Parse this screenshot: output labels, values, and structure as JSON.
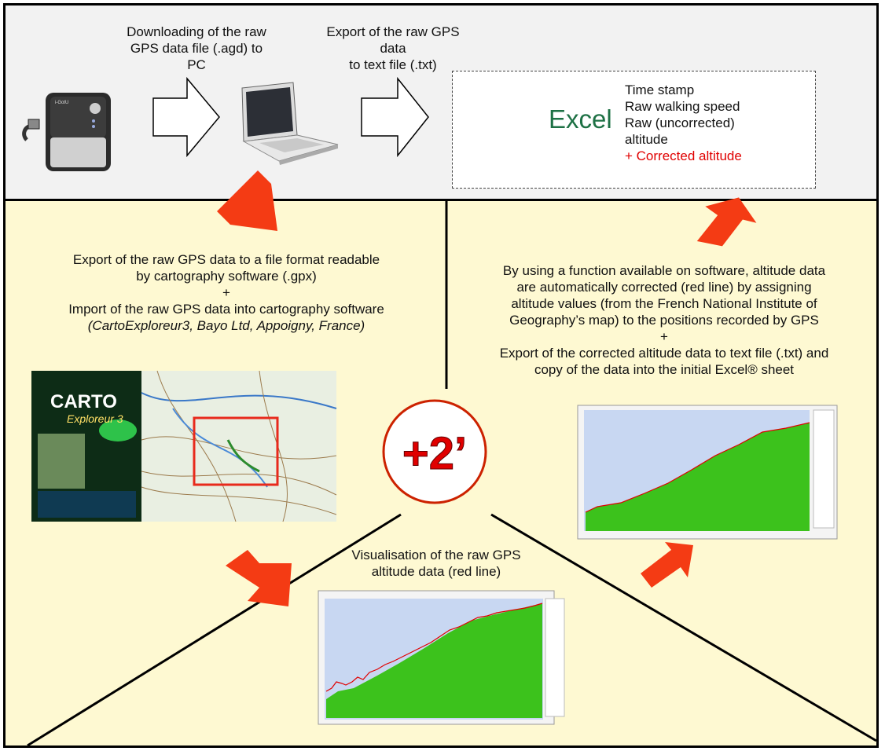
{
  "top": {
    "download_text": [
      "Downloading of the raw",
      "GPS data file (.agd) to",
      "PC"
    ],
    "export_txt_text": [
      "Export of the raw GPS",
      "data",
      "to text file (.txt)"
    ],
    "excel_label": "Excel",
    "excel_fields": [
      "Time stamp",
      "Raw walking speed",
      "Raw (uncorrected)",
      "altitude"
    ],
    "excel_corrected": "+ Corrected altitude",
    "device_brand": "i-GotU"
  },
  "left": {
    "lines": [
      "Export of the raw GPS data to a file format readable",
      "by cartography software (.gpx)",
      "+",
      "Import of the raw GPS data into cartography software",
      "(CartoExploreur3, Bayo Ltd, Appoigny, France)"
    ],
    "carto_title": "CARTO",
    "carto_sub": "Exploreur 3"
  },
  "right": {
    "lines": [
      "By using a function available on software, altitude data",
      "are automatically corrected (red line) by assigning",
      "altitude values (from the French National Institute of",
      "Geography’s map) to the positions recorded by GPS",
      "+",
      "Export of the corrected altitude data to text file (.txt) and",
      "copy of the data into the initial Excel® sheet"
    ]
  },
  "center": {
    "badge": "+2’",
    "visual_lines": [
      "Visualisation of  the raw GPS",
      "altitude data (red line)"
    ]
  },
  "colors": {
    "arrow_red": "#f43b14",
    "band_yellow": "#fef9d2",
    "chart_green": "#3cc21c",
    "chart_bg": "#c8d7f2"
  }
}
